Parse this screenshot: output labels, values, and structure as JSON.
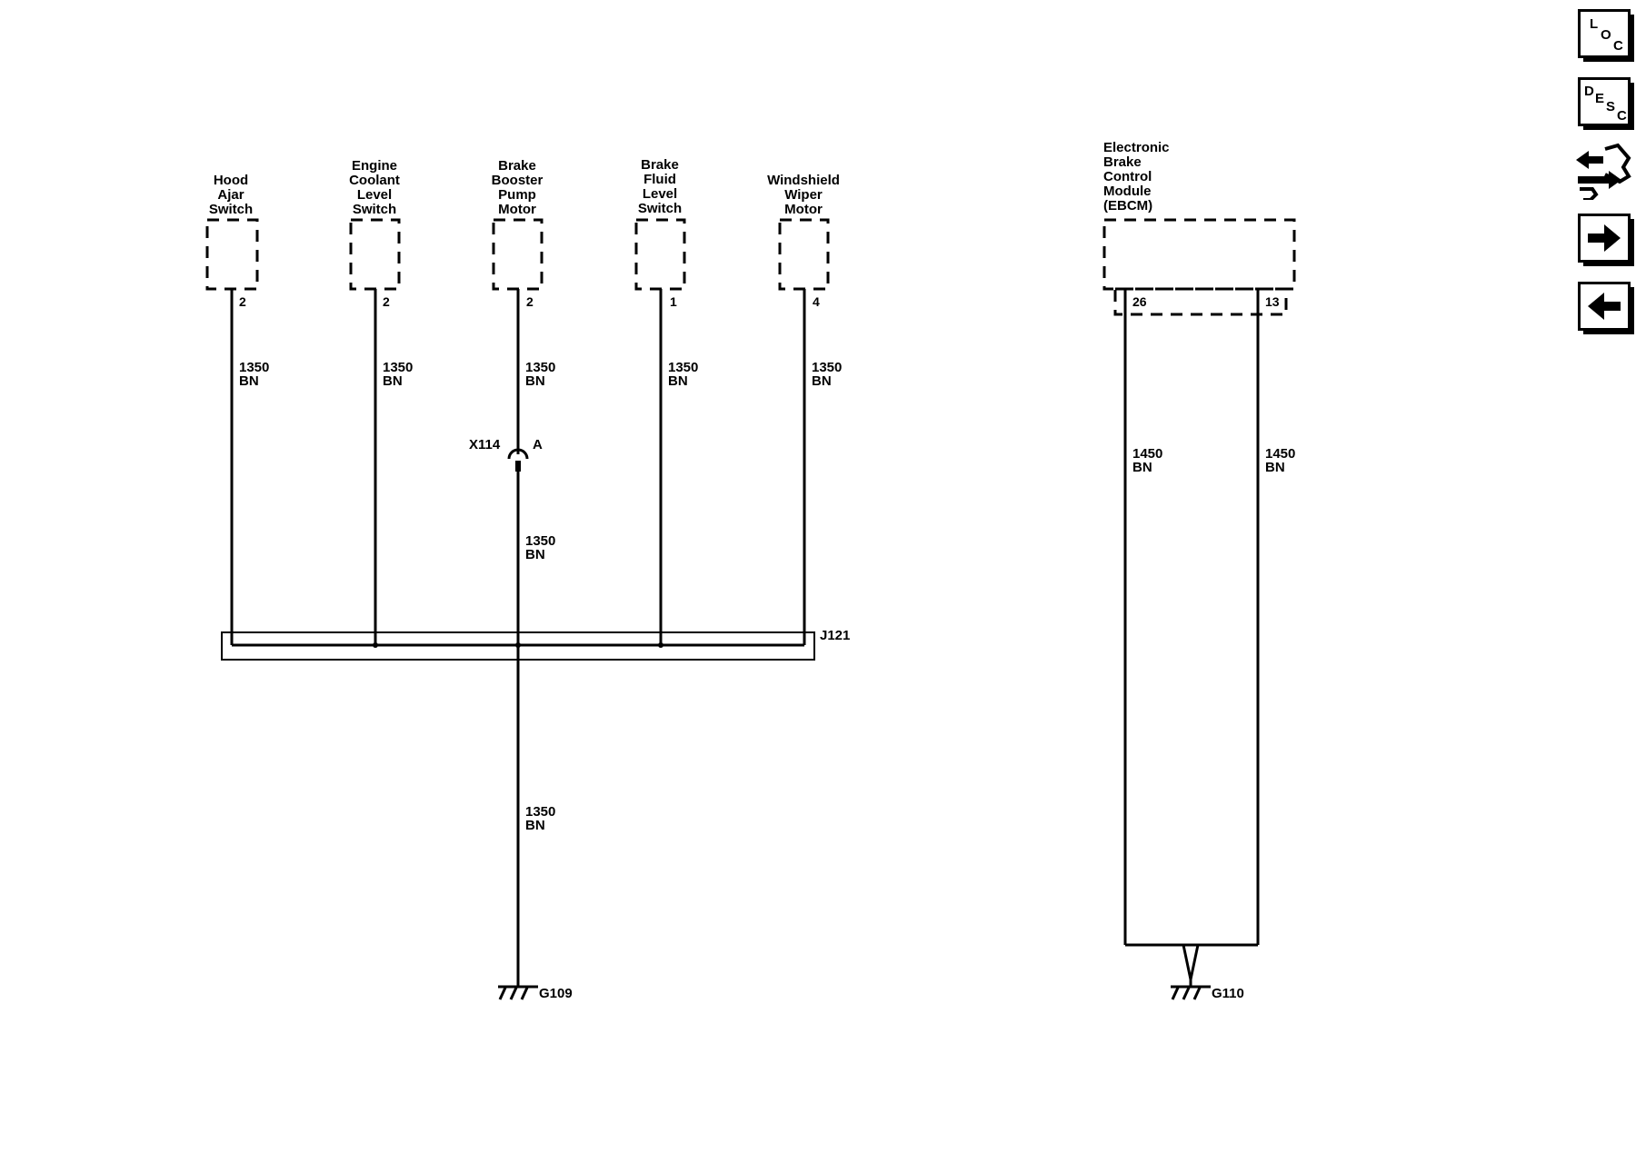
{
  "components": [
    {
      "name": "Hood Ajar Switch",
      "lines": [
        "Hood",
        "Ajar",
        "Switch"
      ],
      "pin": "2",
      "wire": "1350",
      "color": "BN"
    },
    {
      "name": "Engine Coolant Level Switch",
      "lines": [
        "Engine",
        "Coolant",
        "Level",
        "Switch"
      ],
      "pin": "2",
      "wire": "1350",
      "color": "BN"
    },
    {
      "name": "Brake Booster Pump Motor",
      "lines": [
        "Brake",
        "Booster",
        "Pump",
        "Motor"
      ],
      "pin": "2",
      "wire": "1350",
      "color": "BN"
    },
    {
      "name": "Brake Fluid Level Switch",
      "lines": [
        "Brake",
        "Fluid",
        "Level",
        "Switch"
      ],
      "pin": "1",
      "wire": "1350",
      "color": "BN"
    },
    {
      "name": "Windshield Wiper Motor",
      "lines": [
        "Windshield",
        "Wiper",
        "Motor"
      ],
      "pin": "4",
      "wire": "1350",
      "color": "BN"
    }
  ],
  "connector": {
    "id": "X114",
    "pin": "A"
  },
  "below_connector_wire": {
    "wire": "1350",
    "color": "BN"
  },
  "splice": "J121",
  "ground_wire": {
    "wire": "1350",
    "color": "BN"
  },
  "ground_left": "G109",
  "ebcm": {
    "lines": [
      "Electronic",
      "Brake",
      "Control",
      "Module",
      "(EBCM)"
    ],
    "pins": [
      "26",
      "13"
    ],
    "wires": [
      {
        "wire": "1450",
        "color": "BN"
      },
      {
        "wire": "1450",
        "color": "BN"
      }
    ]
  },
  "ground_right": "G110",
  "nav": {
    "loc": [
      "L",
      "O",
      "C"
    ],
    "desc": [
      "D",
      "E",
      "S",
      "C"
    ],
    "icons": [
      "connector-tools-icon",
      "arrow-right-icon",
      "arrow-left-icon"
    ]
  }
}
